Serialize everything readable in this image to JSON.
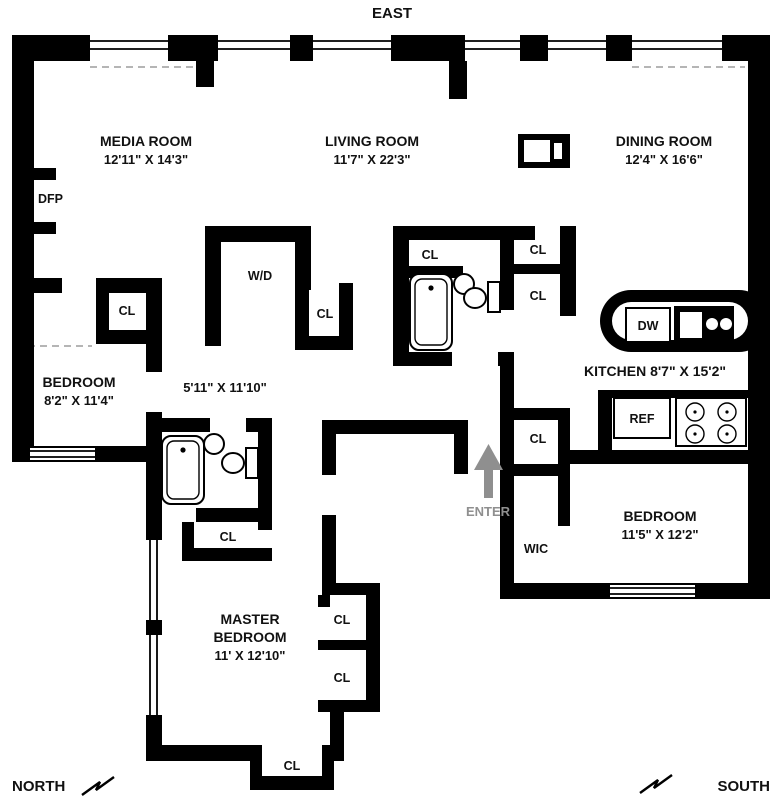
{
  "compass": {
    "east": "EAST",
    "north": "NORTH",
    "south": "SOUTH"
  },
  "rooms": {
    "media": {
      "name": "MEDIA ROOM",
      "dims": "12'11\" X 14'3\""
    },
    "living": {
      "name": "LIVING ROOM",
      "dims": "11'7\" X 22'3\""
    },
    "dining": {
      "name": "DINING ROOM",
      "dims": "12'4\" X 16'6\""
    },
    "bedroom_left": {
      "name": "BEDROOM",
      "dims": "8'2\" X 11'4\""
    },
    "hall": {
      "dims": "5'11\" X 11'10\""
    },
    "kitchen": {
      "label": "KITCHEN 8'7\" X 15'2\""
    },
    "bedroom_right": {
      "name": "BEDROOM",
      "dims": "11'5\" X 12'2\""
    },
    "master_bedroom": {
      "line1": "MASTER",
      "line2": "BEDROOM",
      "dims": "11' X 12'10\""
    }
  },
  "labels": {
    "closet": "CL",
    "walk_in_closet": "WIC",
    "washer_dryer": "W/D",
    "dishwasher": "DW",
    "refrigerator": "REF",
    "fireplace": "DFP",
    "enter": "ENTER"
  },
  "colors": {
    "wall": "#000000",
    "enter_arrow": "#8f8f8f",
    "dashed_line": "#b5b5b5"
  }
}
